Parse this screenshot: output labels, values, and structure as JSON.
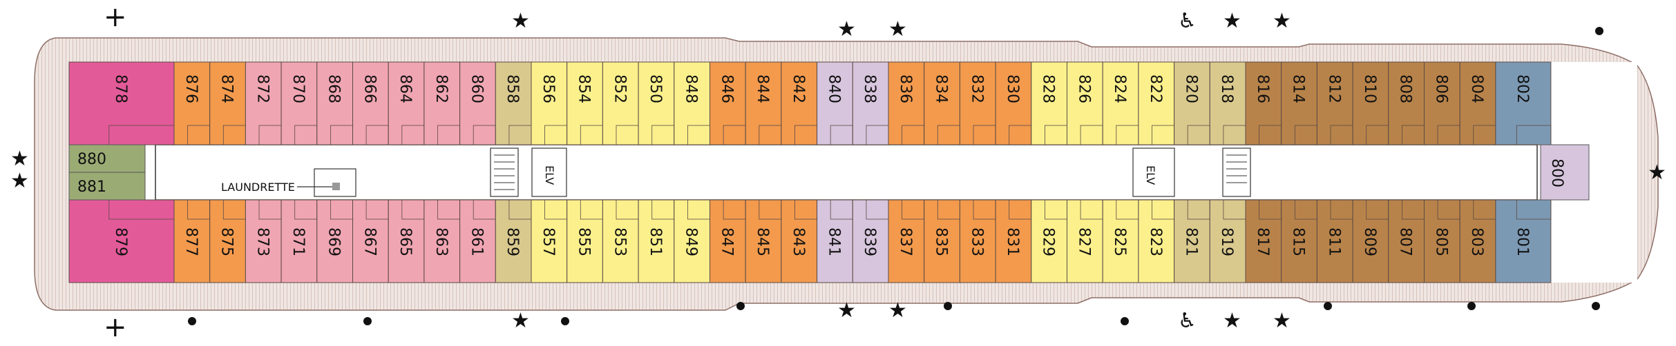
{
  "colors": {
    "pink": "#e35a99",
    "rose": "#f0a5b2",
    "orange": "#f39a4d",
    "yellow": "#fbf08c",
    "lavender": "#d6c5dd",
    "khaki": "#d9c98d",
    "brown": "#b8834a",
    "blue": "#7c99b4",
    "olive": "#9bab74",
    "hull": "#e9dcd6"
  },
  "legend_symbols": {
    "star": "star-icon",
    "wheelchair": "wheelchair-icon",
    "dot": "dot-icon",
    "plus": "plus-icon"
  },
  "labels": {
    "laundrette": "LAUNDRETTE",
    "elevator": "ELV"
  },
  "cabins": {
    "top_row": [
      {
        "num": "878",
        "color": "pink"
      },
      {
        "num": "876",
        "color": "orange"
      },
      {
        "num": "874",
        "color": "orange"
      },
      {
        "num": "872",
        "color": "rose"
      },
      {
        "num": "870",
        "color": "rose"
      },
      {
        "num": "868",
        "color": "rose"
      },
      {
        "num": "866",
        "color": "rose"
      },
      {
        "num": "864",
        "color": "rose"
      },
      {
        "num": "862",
        "color": "rose"
      },
      {
        "num": "860",
        "color": "rose"
      },
      {
        "num": "858",
        "color": "khaki"
      },
      {
        "num": "856",
        "color": "yellow"
      },
      {
        "num": "854",
        "color": "yellow"
      },
      {
        "num": "852",
        "color": "yellow"
      },
      {
        "num": "850",
        "color": "yellow"
      },
      {
        "num": "848",
        "color": "yellow"
      },
      {
        "num": "846",
        "color": "orange"
      },
      {
        "num": "844",
        "color": "orange"
      },
      {
        "num": "842",
        "color": "orange"
      },
      {
        "num": "840",
        "color": "lavender"
      },
      {
        "num": "838",
        "color": "lavender"
      },
      {
        "num": "836",
        "color": "orange"
      },
      {
        "num": "834",
        "color": "orange"
      },
      {
        "num": "832",
        "color": "orange"
      },
      {
        "num": "830",
        "color": "orange"
      },
      {
        "num": "828",
        "color": "yellow"
      },
      {
        "num": "826",
        "color": "yellow"
      },
      {
        "num": "824",
        "color": "yellow"
      },
      {
        "num": "822",
        "color": "yellow"
      },
      {
        "num": "820",
        "color": "khaki"
      },
      {
        "num": "818",
        "color": "khaki"
      },
      {
        "num": "816",
        "color": "brown"
      },
      {
        "num": "814",
        "color": "brown"
      },
      {
        "num": "812",
        "color": "brown"
      },
      {
        "num": "810",
        "color": "brown"
      },
      {
        "num": "808",
        "color": "brown"
      },
      {
        "num": "806",
        "color": "brown"
      },
      {
        "num": "804",
        "color": "brown"
      },
      {
        "num": "802",
        "color": "blue"
      }
    ],
    "bottom_row": [
      {
        "num": "879",
        "color": "pink"
      },
      {
        "num": "877",
        "color": "orange"
      },
      {
        "num": "875",
        "color": "orange"
      },
      {
        "num": "873",
        "color": "rose"
      },
      {
        "num": "871",
        "color": "rose"
      },
      {
        "num": "869",
        "color": "rose"
      },
      {
        "num": "867",
        "color": "rose"
      },
      {
        "num": "865",
        "color": "rose"
      },
      {
        "num": "863",
        "color": "rose"
      },
      {
        "num": "861",
        "color": "rose"
      },
      {
        "num": "859",
        "color": "khaki"
      },
      {
        "num": "857",
        "color": "yellow"
      },
      {
        "num": "855",
        "color": "yellow"
      },
      {
        "num": "853",
        "color": "yellow"
      },
      {
        "num": "851",
        "color": "yellow"
      },
      {
        "num": "849",
        "color": "yellow"
      },
      {
        "num": "847",
        "color": "orange"
      },
      {
        "num": "845",
        "color": "orange"
      },
      {
        "num": "843",
        "color": "orange"
      },
      {
        "num": "841",
        "color": "lavender"
      },
      {
        "num": "839",
        "color": "lavender"
      },
      {
        "num": "837",
        "color": "orange"
      },
      {
        "num": "835",
        "color": "orange"
      },
      {
        "num": "833",
        "color": "orange"
      },
      {
        "num": "831",
        "color": "orange"
      },
      {
        "num": "829",
        "color": "yellow"
      },
      {
        "num": "827",
        "color": "yellow"
      },
      {
        "num": "825",
        "color": "yellow"
      },
      {
        "num": "823",
        "color": "yellow"
      },
      {
        "num": "821",
        "color": "khaki"
      },
      {
        "num": "819",
        "color": "khaki"
      },
      {
        "num": "817",
        "color": "brown"
      },
      {
        "num": "815",
        "color": "brown"
      },
      {
        "num": "811",
        "color": "brown"
      },
      {
        "num": "809",
        "color": "brown"
      },
      {
        "num": "807",
        "color": "brown"
      },
      {
        "num": "805",
        "color": "brown"
      },
      {
        "num": "803",
        "color": "brown"
      },
      {
        "num": "801",
        "color": "blue"
      }
    ],
    "special": [
      {
        "num": "880",
        "color": "olive"
      },
      {
        "num": "881",
        "color": "olive"
      },
      {
        "num": "800",
        "color": "lavender"
      }
    ]
  }
}
